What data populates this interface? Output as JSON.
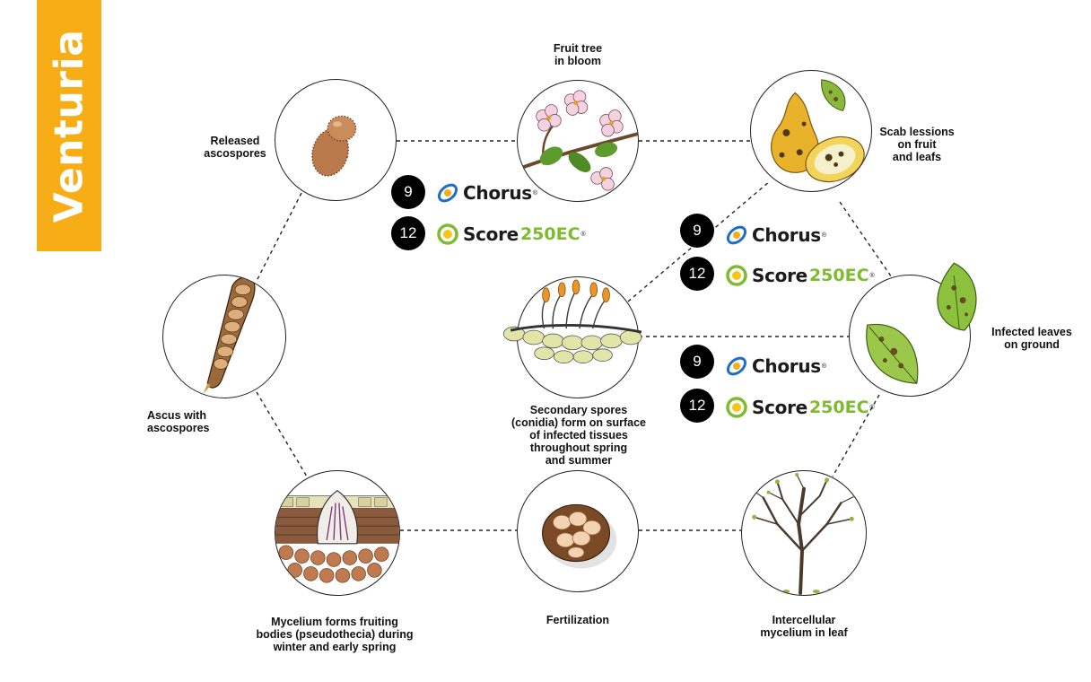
{
  "brand": {
    "title": "Venturia"
  },
  "stages": {
    "fruit_tree": "Fruit tree\nin bloom",
    "scab_lesions": "Scab lessions\non fruit\nand leafs",
    "released_ascospores": "Released\nascospores",
    "ascus": "Ascus with\nascospores",
    "secondary_spores": "Secondary spores\n(conidia) form on surface\nof infected tissues\nthroughout spring\nand summer",
    "infected_leaves": "Infected leaves\non ground",
    "mycelium_fruiting": "Mycelium forms fruiting\nbodies (pseudothecia) during\nwinter and early spring",
    "fertilization": "Fertilization",
    "intercellular": "Intercellular\nmycelium in leaf"
  },
  "products": {
    "chorus": {
      "number": "9",
      "name": "Chorus",
      "reg": "®"
    },
    "score": {
      "number": "12",
      "name": "Score",
      "suffix": "250EC",
      "reg": "®"
    }
  },
  "colors": {
    "banner": "#f6ad16",
    "score_green": "#7dbb2f",
    "chorus_blue": "#1e6fc4",
    "badge": "#000000"
  }
}
